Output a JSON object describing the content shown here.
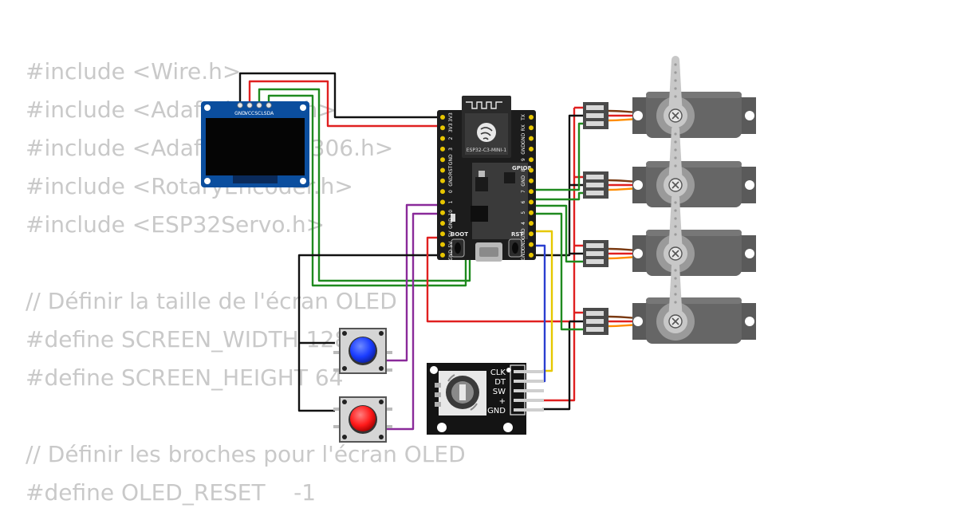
{
  "code_lines": [
    "#include <Wire.h>",
    "#include <Adafruit_GFX.h>",
    "#include <Adafruit_SSD1306.h>",
    "#include <RotaryEncoder.h>",
    "#include <ESP32Servo.h>",
    "",
    "// Définir la taille de l'écran OLED",
    "#define SCREEN_WIDTH 128",
    "#define SCREEN_HEIGHT 64",
    "",
    "// Définir les broches pour l'écran OLED",
    "#define OLED_RESET    -1"
  ],
  "oled": {
    "pins": [
      "GND",
      "VCC",
      "SCL",
      "SDA"
    ]
  },
  "esp32": {
    "module_label": "ESP32-C3-MINI-1",
    "gpio_label": "GPIO8",
    "boot_label": "BOOT",
    "rst_label": "RST",
    "left_pins": [
      "3V3",
      "3V3",
      "2",
      "3",
      "GND",
      "RST",
      "GND",
      "0",
      "1",
      "10",
      "GND",
      "5V",
      "5V",
      "GND"
    ],
    "right_pins": [
      "TX",
      "RX",
      "GND",
      "GND",
      "9",
      "8",
      "GND",
      "7",
      "6",
      "5",
      "4",
      "GND",
      "GND",
      "GND"
    ]
  },
  "encoder": {
    "pins": [
      "CLK",
      "DT",
      "SW",
      "+",
      "GND"
    ]
  },
  "colors": {
    "wire_red": "#e02020",
    "wire_black": "#111111",
    "wire_green": "#1f8a1f",
    "wire_purple": "#8a2a9a",
    "wire_yellow": "#e6c800",
    "wire_blue": "#2a3fd0",
    "button_blue": "#1a3cff",
    "button_red": "#ff1a1a",
    "board_black": "#1c1c1c",
    "oled_blue": "#0b4e9e",
    "servo_gray": "#5a5a5a",
    "servo_horn": "#c8c8c8",
    "pin_gold": "#e8c600"
  }
}
